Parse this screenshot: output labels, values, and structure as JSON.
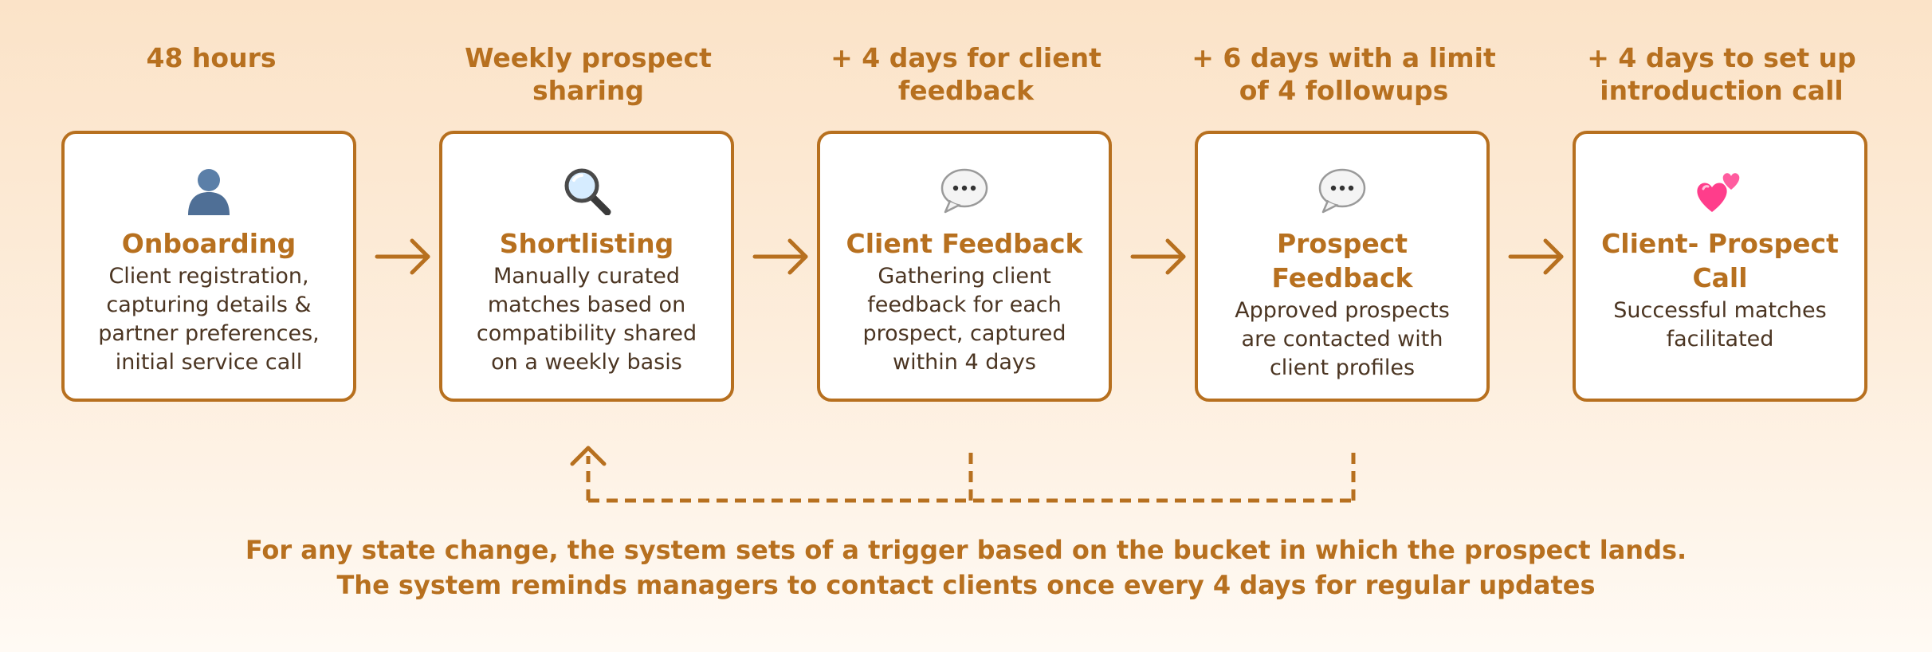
{
  "durations": [
    "48 hours",
    "Weekly prospect sharing",
    "+ 4 days for client feedback",
    "+ 6 days with a limit of 4 followups",
    "+ 4 days to set up introduction call"
  ],
  "stages": [
    {
      "icon": "bust-silhouette-icon",
      "title": "Onboarding",
      "description": "Client registration, capturing details & partner preferences, initial service call"
    },
    {
      "icon": "magnifying-glass-icon",
      "title": "Shortlisting",
      "description": "Manually curated matches based on compatibility shared on a weekly basis"
    },
    {
      "icon": "speech-bubble-icon",
      "title": "Client Feedback",
      "description": "Gathering client feedback for each prospect, captured within 4 days"
    },
    {
      "icon": "speech-bubble-icon",
      "title": "Prospect Feedback",
      "description": "Approved prospects are contacted with client profiles"
    },
    {
      "icon": "two-hearts-icon",
      "title": "Client- Prospect Call",
      "description": "Successful matches facilitated"
    }
  ],
  "footer": {
    "line1": "For any state change, the system sets of a trigger based on the bucket in which the prospect lands.",
    "line2": "The system reminds managers to contact clients once every 4 days for regular updates"
  },
  "colors": {
    "accent": "#b7701f",
    "body_text": "#4b3522",
    "card_background": "#ffffff"
  }
}
